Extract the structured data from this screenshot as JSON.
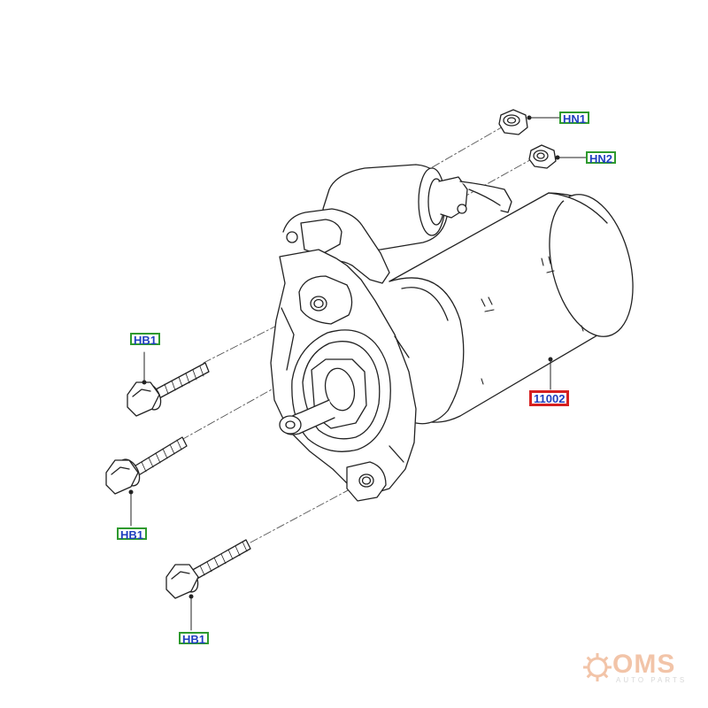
{
  "diagram": {
    "callouts": {
      "hn1": "HN1",
      "hn2": "HN2",
      "hb1_top": "HB1",
      "hb1_mid": "HB1",
      "hb1_bottom": "HB1",
      "part_11002": "11002"
    },
    "colors": {
      "callout_border": "#2e9a2e",
      "callout_text": "#1f3fbf",
      "part_border": "#d62020",
      "line_art": "#222222"
    }
  },
  "watermark": {
    "brand": "OMS",
    "tagline": "AUTO PARTS",
    "icon": "gear-icon"
  }
}
